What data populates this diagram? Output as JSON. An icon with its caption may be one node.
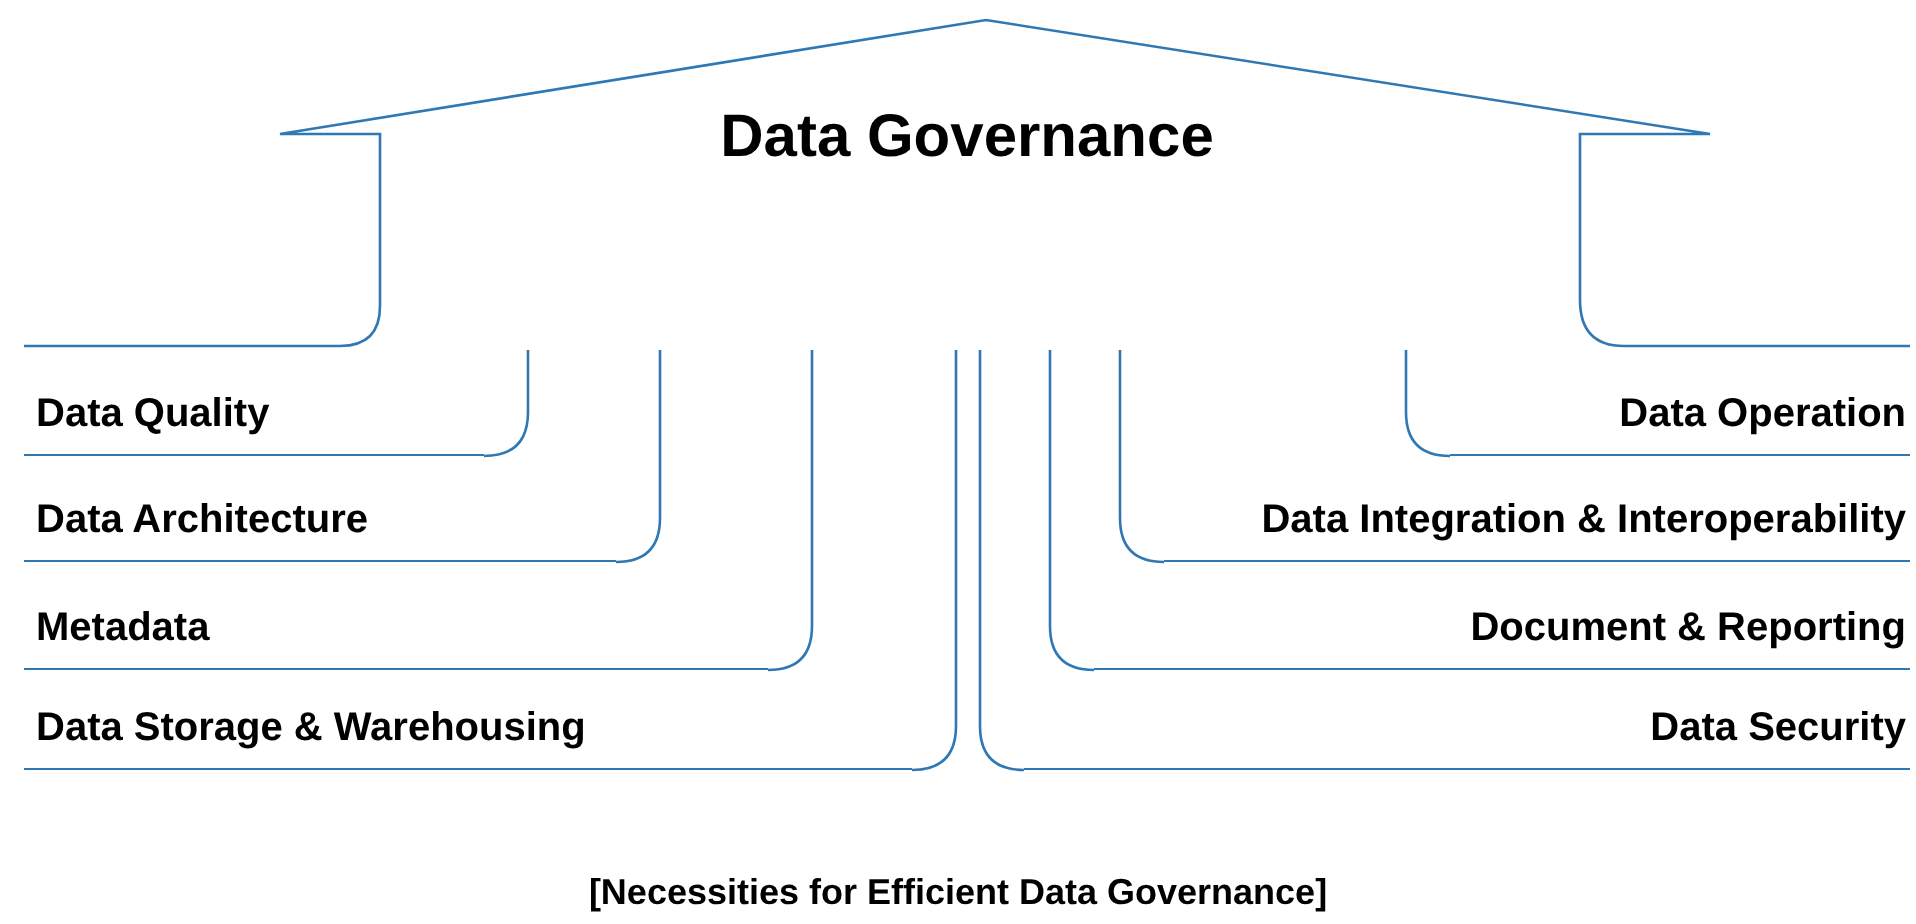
{
  "diagram": {
    "caption": "[Necessities for Efficient Data Governance]",
    "nodes": [
      {
        "text": [
          "Data Governance"
        ]
      },
      {
        "text": [
          "Data Quality"
        ]
      },
      {
        "text": [
          "Data Operation"
        ]
      },
      {
        "text": [
          "Data Architecture"
        ]
      },
      {
        "text": [
          "Data Integration & Interoperability"
        ]
      },
      {
        "text": [
          "Metadata"
        ]
      },
      {
        "text": [
          "Document & Reporting"
        ]
      },
      {
        "text": [
          "Data Storage & Warehousing"
        ]
      },
      {
        "text": [
          "Data Security"
        ]
      }
    ],
    "edges": [
      {
        "from": 0,
        "to": 1,
        "arrow": "none"
      },
      {
        "from": 0,
        "to": 2,
        "arrow": "none"
      },
      {
        "from": 0,
        "to": 3,
        "arrow": "none"
      },
      {
        "from": 0,
        "to": 4,
        "arrow": "none"
      },
      {
        "from": 0,
        "to": 5,
        "arrow": "none"
      },
      {
        "from": 0,
        "to": 6,
        "arrow": "none"
      },
      {
        "from": 0,
        "to": 7,
        "arrow": "none"
      },
      {
        "from": 0,
        "to": 8,
        "arrow": "none"
      }
    ]
  }
}
